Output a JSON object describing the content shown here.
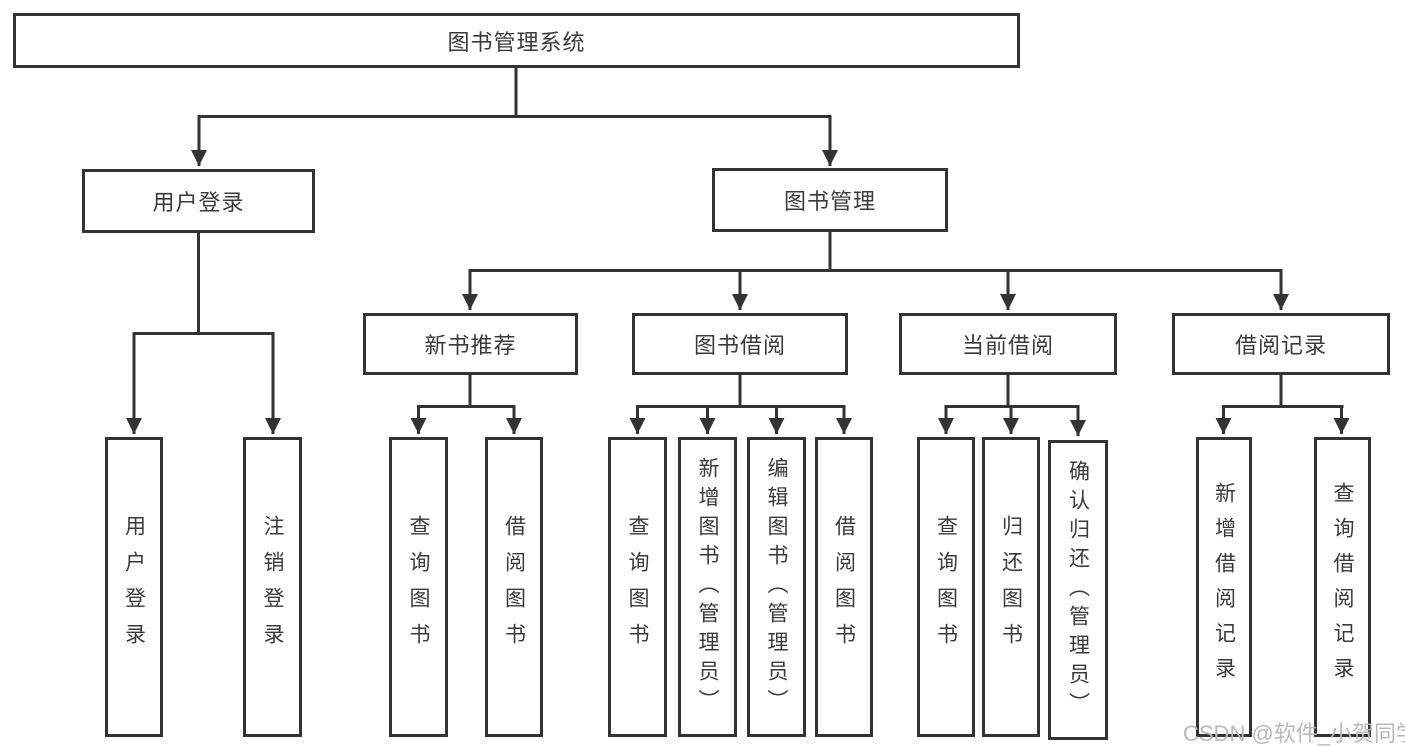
{
  "diagram": {
    "tree": {
      "label": "图书管理系统",
      "children": [
        {
          "label": "用户登录",
          "children": [
            {
              "label": "用户登录"
            },
            {
              "label": "注销登录"
            }
          ]
        },
        {
          "label": "图书管理",
          "children": [
            {
              "label": "新书推荐",
              "children": [
                {
                  "label": "查询图书"
                },
                {
                  "label": "借阅图书"
                }
              ]
            },
            {
              "label": "图书借阅",
              "children": [
                {
                  "label": "查询图书"
                },
                {
                  "label": "新增图书（管理员）"
                },
                {
                  "label": "编辑图书（管理员）"
                },
                {
                  "label": "借阅图书"
                }
              ]
            },
            {
              "label": "当前借阅",
              "children": [
                {
                  "label": "查询图书"
                },
                {
                  "label": "归还图书"
                },
                {
                  "label": "确认归还（管理员）"
                }
              ]
            },
            {
              "label": "借阅记录",
              "children": [
                {
                  "label": "新增借阅记录"
                },
                {
                  "label": "查询借阅记录"
                }
              ]
            }
          ]
        }
      ]
    },
    "colors": {
      "line": "#333333",
      "text": "#3a3a3a",
      "box_background": "#ffffff",
      "page_background": "#ffffff",
      "watermark": "#b9b9b9"
    }
  },
  "watermark": {
    "text": "CSDN @软件_小贺同学"
  }
}
